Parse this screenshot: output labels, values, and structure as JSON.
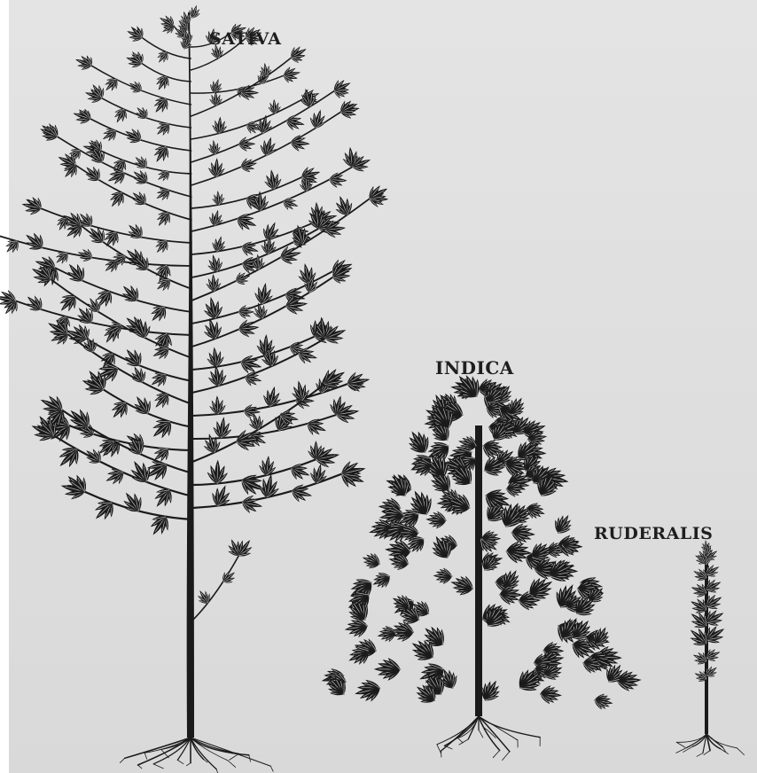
{
  "figure": {
    "ink_color": "#1a1a1a",
    "paper_color": "#e0e0e0",
    "plants": [
      {
        "label": "SATIVA",
        "icon": "tall-pine-like-plant-icon"
      },
      {
        "label": "INDICA",
        "icon": "bushy-conical-plant-icon"
      },
      {
        "label": "RUDERALIS",
        "icon": "small-sparse-plant-icon"
      }
    ]
  }
}
